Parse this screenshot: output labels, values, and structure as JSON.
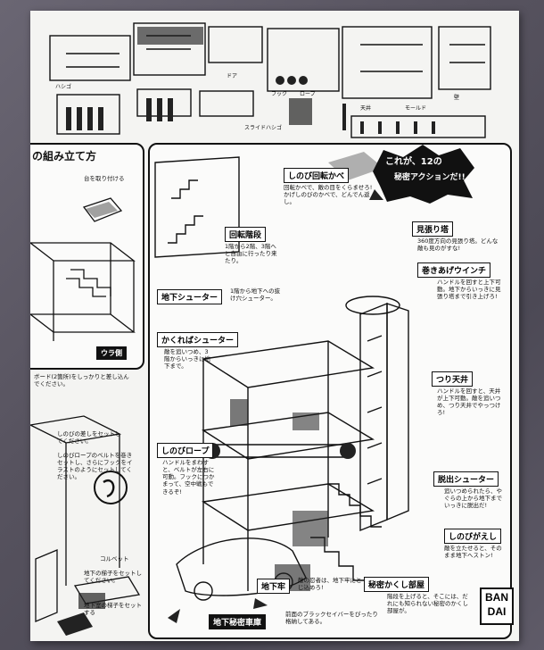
{
  "brand": {
    "logo_line1": "BAN",
    "logo_line2": "DAI"
  },
  "parts": {
    "labels": [
      "フック",
      "ロープ",
      "ハシゴ",
      "スライドハシゴ",
      "ドア",
      "モールド",
      "天井",
      "壁"
    ]
  },
  "left_panel": {
    "title": "の組み立て方",
    "note_top": "台を取り付ける",
    "back_label": "ウラ側",
    "note_mid": "ボード(2箇所)をしっかりと差し込んでください。",
    "step1": "しのびの差しをセットしてください。",
    "step2": "しのびロープのベルトを巻きセットし、さらにフックをイラストのようにセットしてください。",
    "label_a": "コルベット",
    "label_b": "地下の梯子をセットしてください。",
    "label_c": "地下室の梯子をセットする"
  },
  "headline": {
    "line1": "これが、12の",
    "line2": "秘密アクションだ!!"
  },
  "actions": [
    {
      "title": "しのび回転かべ",
      "desc": "回転かべで、敵の目をくらませろ!かげしのびのかべで、どんでん返し。"
    },
    {
      "title": "見張り塔",
      "desc": "360度方向の見張り塔。どんな敵も見のがすな!"
    },
    {
      "title": "巻きあげウインチ",
      "desc": "ハンドルを回すと上下可動。地下からいっきに見張り塔まで引き上げろ!"
    },
    {
      "title": "回転階段",
      "desc": "1階から2階、3階へと自由に行ったり来たり。"
    },
    {
      "title": "地下シューター",
      "desc": "1階から地下への抜け穴シューター。"
    },
    {
      "title": "かくればシューター",
      "desc": "敵を追いつめ、3階からいっきに地下まで。"
    },
    {
      "title": "つり天井",
      "desc": "ハンドルを回すと、天井が上下可動。敵を追いつめ、つり天井でやっつけろ!"
    },
    {
      "title": "しのびロープ",
      "desc": "ハンドルをまわすと、ベルトが左右に可動。フックにつかまって、空中戦もできるぞ!"
    },
    {
      "title": "脱出シューター",
      "desc": "追いつめられたら、やぐらの上から地下までいっきに脱出だ!"
    },
    {
      "title": "しのびがえし",
      "desc": "敵を立たせると、そのまま地下へストン!"
    },
    {
      "title": "地下牢",
      "desc": "敵の忍者は、地下牢にとじ込めろ!"
    },
    {
      "title": "秘密かくし部屋",
      "desc": "階段を上げると、そこには、だれにも知られない秘密のかくし部屋が。"
    },
    {
      "title": "地下秘密車庫",
      "desc": "前面のブラックセイバーをぴったり格納してある。"
    }
  ]
}
